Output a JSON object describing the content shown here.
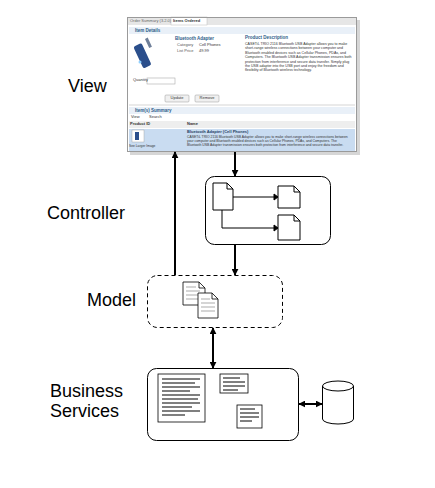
{
  "diagram": {
    "nodes": [
      {
        "text": [
          "View"
        ]
      },
      {
        "text": [
          "Controller"
        ]
      },
      {
        "text": [
          "Model"
        ]
      },
      {
        "text": [
          "Business Services"
        ]
      },
      {
        "text": []
      }
    ],
    "edges": [
      {
        "from": 0,
        "to": 1,
        "arrow": "to"
      },
      {
        "from": 1,
        "to": 2,
        "arrow": "to"
      },
      {
        "from": 2,
        "to": 0,
        "arrow": "to"
      },
      {
        "from": 2,
        "to": 3,
        "arrow": "both"
      },
      {
        "from": 3,
        "to": 4,
        "arrow": "both"
      }
    ],
    "labels": [
      "Order Summary (3.2.0)",
      "Items Ordered",
      "Item Details",
      "Bluetooth Adapter",
      "Category",
      "Cell Phones",
      "List Price",
      "49.99",
      "Product Description",
      "CASETiL TRIO 2116 Bluetooth USB Adapter allows you to make short-range wireless connections between your computer and Bluetooth enabled devices such as Cellular Phones, PDAs, and Computers. The Bluetooth USB Adapter transmission ensures both protection from interference and secure data transfer. Simply plug the USB adapter into the USB port and enjoy the freedom and flexibility of Bluetooth wireless technology.",
      "Quantity",
      "Update",
      "Remove",
      "Item(s) Summary",
      "View",
      "Search",
      "Product ID",
      "Name",
      "Bluetooth Adapter (Cell Phones)",
      "CASETiL TRIO 2116 Bluetooth USB Adapter allows you to make short-range wireless connections between your computer and Bluetooth enabled devices such as Cellular Phones, PDAs, and Computers. The Bluetooth USB Adapter transmission ensures both protection from interference and secure data transfer.",
      "See Larger Image"
    ]
  }
}
